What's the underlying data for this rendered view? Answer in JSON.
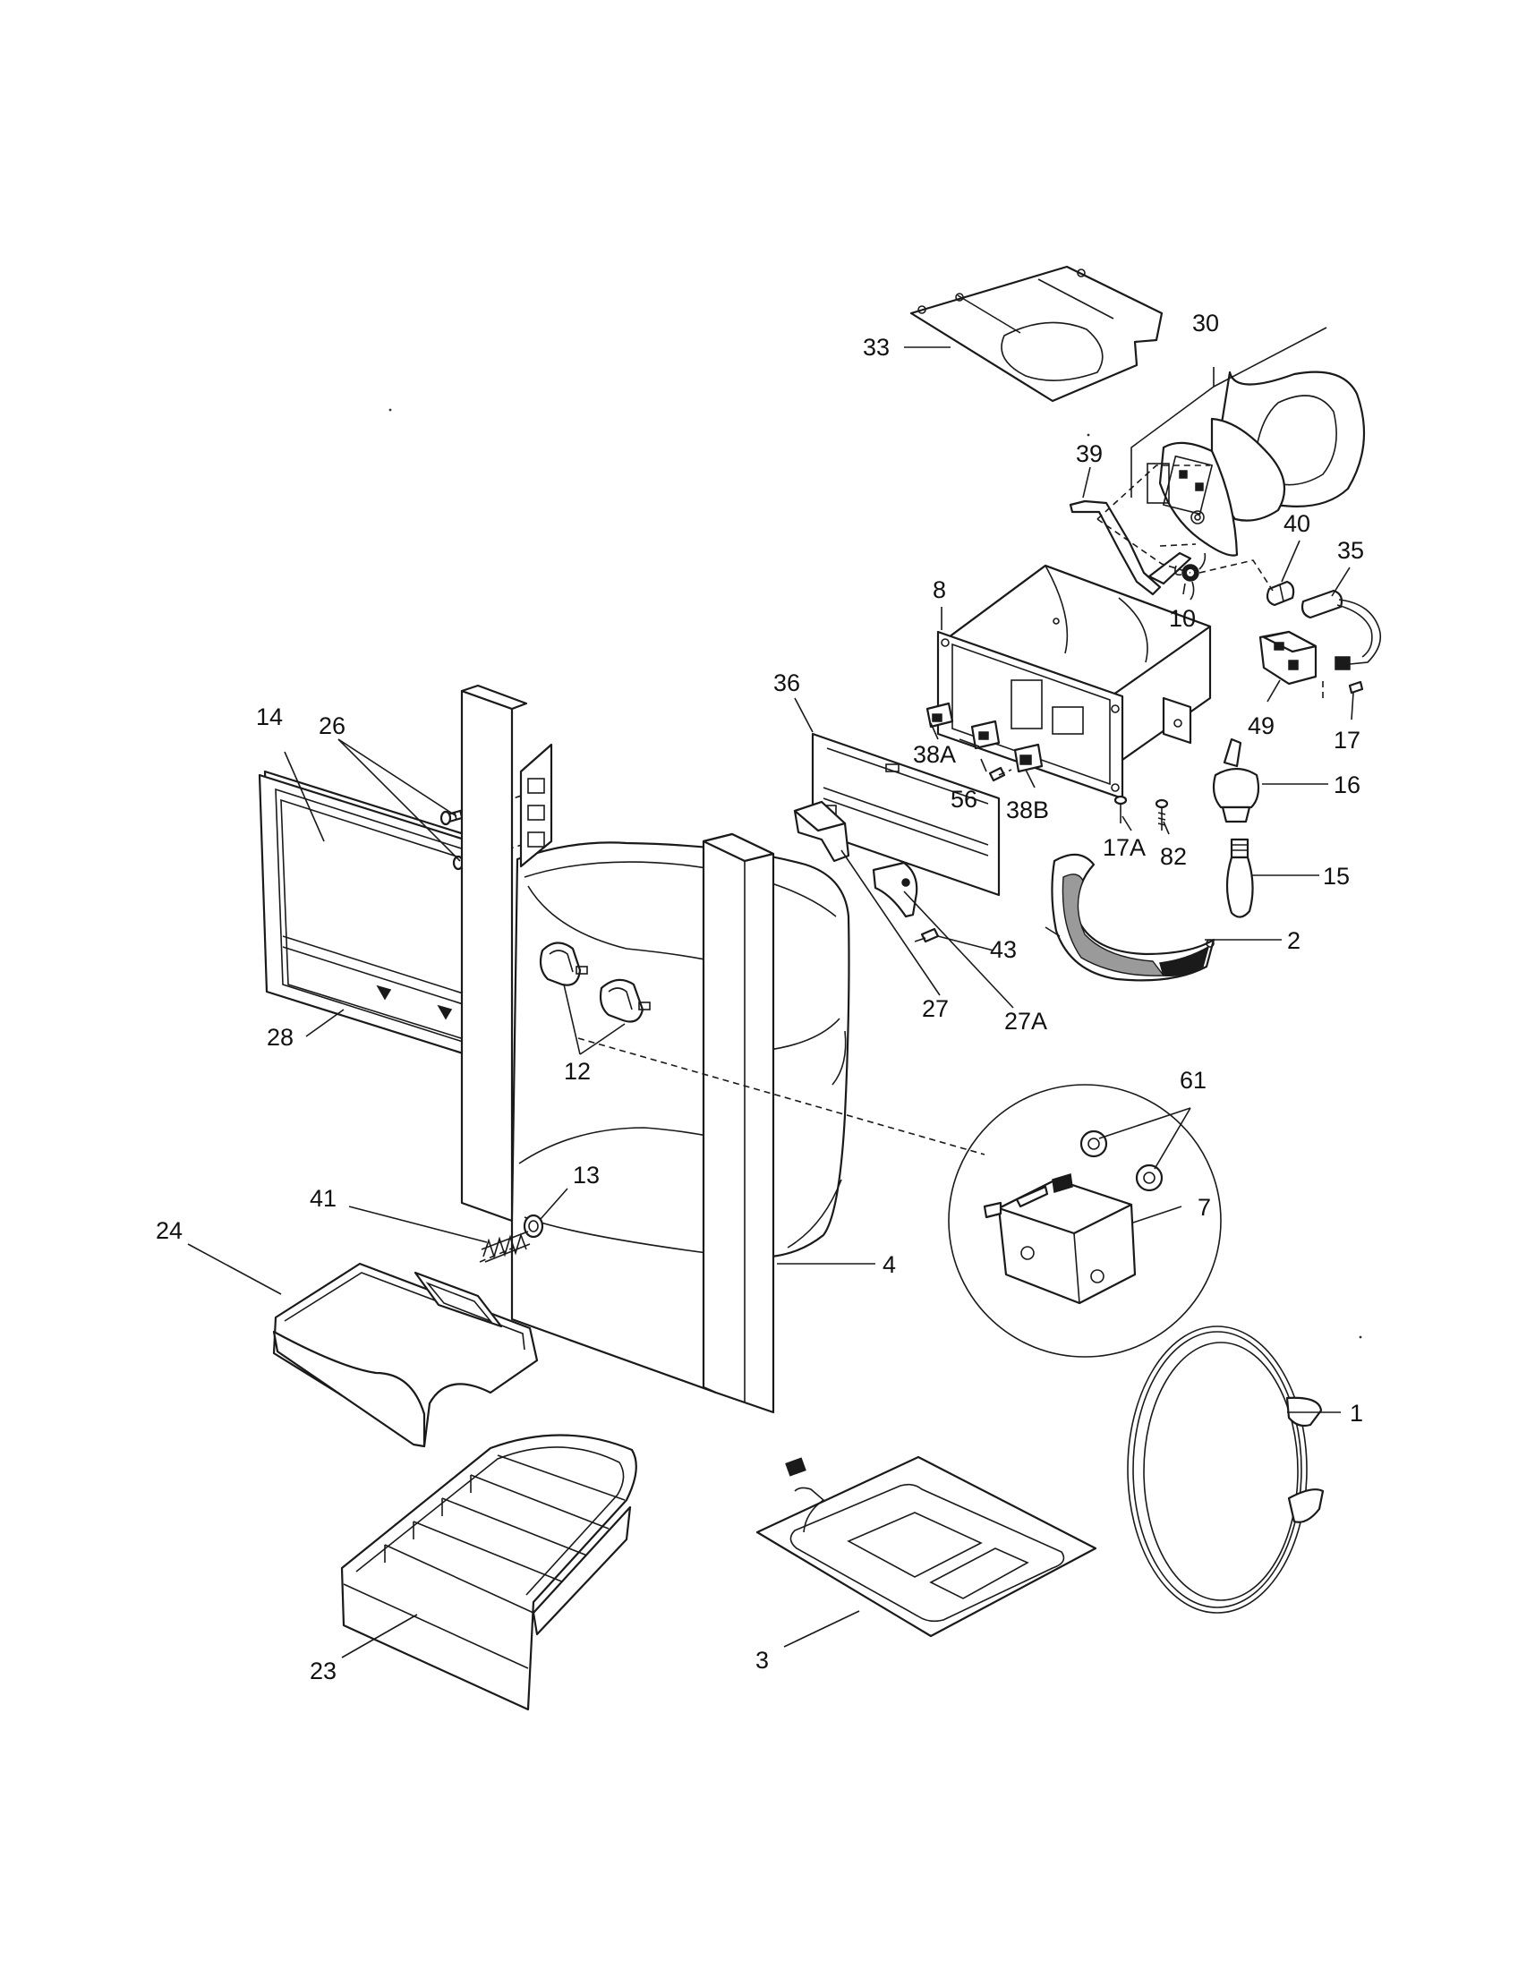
{
  "callouts": [
    {
      "id": "33",
      "text": "33"
    },
    {
      "id": "30",
      "text": "30"
    },
    {
      "id": "39",
      "text": "39"
    },
    {
      "id": "40",
      "text": "40"
    },
    {
      "id": "35",
      "text": "35"
    },
    {
      "id": "8",
      "text": "8"
    },
    {
      "id": "10",
      "text": "10"
    },
    {
      "id": "36",
      "text": "36"
    },
    {
      "id": "49",
      "text": "49"
    },
    {
      "id": "17",
      "text": "17"
    },
    {
      "id": "14",
      "text": "14"
    },
    {
      "id": "26",
      "text": "26"
    },
    {
      "id": "38A",
      "text": "38A"
    },
    {
      "id": "56",
      "text": "56"
    },
    {
      "id": "38B",
      "text": "38B"
    },
    {
      "id": "16",
      "text": "16"
    },
    {
      "id": "17A",
      "text": "17A"
    },
    {
      "id": "82",
      "text": "82"
    },
    {
      "id": "15",
      "text": "15"
    },
    {
      "id": "43",
      "text": "43"
    },
    {
      "id": "2",
      "text": "2"
    },
    {
      "id": "27",
      "text": "27"
    },
    {
      "id": "27A",
      "text": "27A"
    },
    {
      "id": "28",
      "text": "28"
    },
    {
      "id": "12",
      "text": "12"
    },
    {
      "id": "61",
      "text": "61"
    },
    {
      "id": "13",
      "text": "13"
    },
    {
      "id": "7",
      "text": "7"
    },
    {
      "id": "41",
      "text": "41"
    },
    {
      "id": "24",
      "text": "24"
    },
    {
      "id": "4",
      "text": "4"
    },
    {
      "id": "1",
      "text": "1"
    },
    {
      "id": "3",
      "text": "3"
    },
    {
      "id": "23",
      "text": "23"
    }
  ]
}
